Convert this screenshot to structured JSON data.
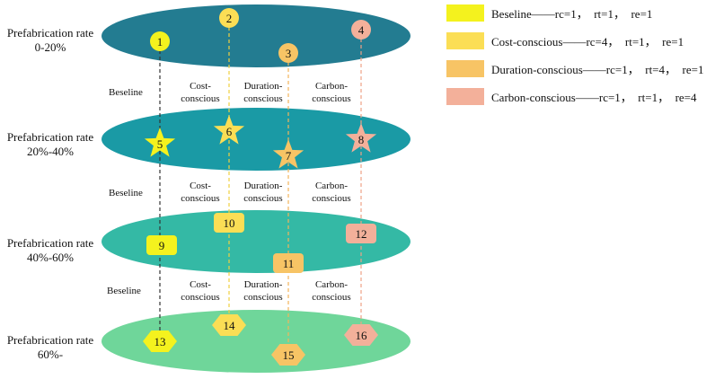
{
  "layers": [
    {
      "label_line1": "Prefabrication rate",
      "label_line2": "0-20%",
      "color": "#237c91"
    },
    {
      "label_line1": "Prefabrication rate",
      "label_line2": "20%-40%",
      "color": "#1a9aa5"
    },
    {
      "label_line1": "Prefabrication rate",
      "label_line2": "40%-60%",
      "color": "#34b9a5"
    },
    {
      "label_line1": "Prefabrication rate",
      "label_line2": "60%-",
      "color": "#6fd69a"
    }
  ],
  "scenario_labels": {
    "baseline": "Beseline",
    "cost_1": "Cost-",
    "cost_2": "conscious",
    "duration_1": "Duration-",
    "duration_2": "conscious",
    "carbon_1": "Carbon-",
    "carbon_2": "conscious"
  },
  "nodes": [
    {
      "id": "1",
      "scenario": "baseline",
      "layer": 0,
      "shape": "circle"
    },
    {
      "id": "2",
      "scenario": "cost",
      "layer": 0,
      "shape": "circle"
    },
    {
      "id": "3",
      "scenario": "duration",
      "layer": 0,
      "shape": "circle"
    },
    {
      "id": "4",
      "scenario": "carbon",
      "layer": 0,
      "shape": "circle"
    },
    {
      "id": "5",
      "scenario": "baseline",
      "layer": 1,
      "shape": "star"
    },
    {
      "id": "6",
      "scenario": "cost",
      "layer": 1,
      "shape": "star"
    },
    {
      "id": "7",
      "scenario": "duration",
      "layer": 1,
      "shape": "star"
    },
    {
      "id": "8",
      "scenario": "carbon",
      "layer": 1,
      "shape": "star"
    },
    {
      "id": "9",
      "scenario": "baseline",
      "layer": 2,
      "shape": "rounded-square"
    },
    {
      "id": "10",
      "scenario": "cost",
      "layer": 2,
      "shape": "rounded-square"
    },
    {
      "id": "11",
      "scenario": "duration",
      "layer": 2,
      "shape": "rounded-square"
    },
    {
      "id": "12",
      "scenario": "carbon",
      "layer": 2,
      "shape": "rounded-square"
    },
    {
      "id": "13",
      "scenario": "baseline",
      "layer": 3,
      "shape": "hexagon"
    },
    {
      "id": "14",
      "scenario": "cost",
      "layer": 3,
      "shape": "hexagon"
    },
    {
      "id": "15",
      "scenario": "duration",
      "layer": 3,
      "shape": "hexagon"
    },
    {
      "id": "16",
      "scenario": "carbon",
      "layer": 3,
      "shape": "hexagon"
    }
  ],
  "scenario_colors": {
    "baseline": "#f4f21e",
    "cost": "#fbde55",
    "duration": "#f7c465",
    "carbon": "#f3b09a"
  },
  "connector_colors": {
    "baseline": "#333333",
    "cost": "#f0d040",
    "duration": "#f2b45a",
    "carbon": "#eea287"
  },
  "legend": [
    {
      "scenario": "baseline",
      "text": "Beseline——rc=1，  rt=1，  re=1"
    },
    {
      "scenario": "cost",
      "text": "Cost-conscious——rc=4，  rt=1，  re=1"
    },
    {
      "scenario": "duration",
      "text": "Duration-conscious——rc=1，  rt=4，  re=1"
    },
    {
      "scenario": "carbon",
      "text": "Carbon-conscious——rc=1，  rt=1，  re=4"
    }
  ]
}
